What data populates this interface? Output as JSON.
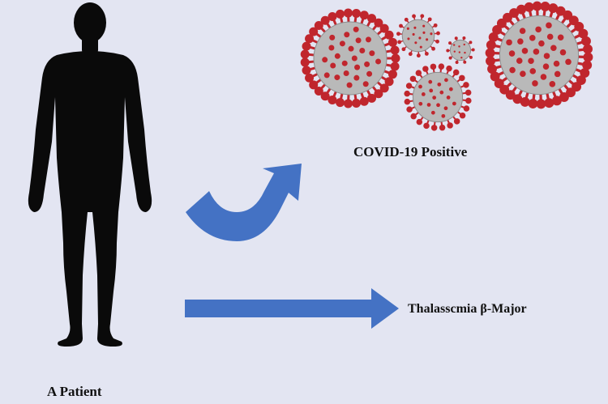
{
  "labels": {
    "covid": "COVID-19 Positive",
    "thalassemia": "Thalasscmia β-Major",
    "patient": "A Patient"
  },
  "icons": {
    "person": "human-silhouette-icon",
    "virus": "coronavirus-icon",
    "curved_arrow": "curved-arrow-icon",
    "straight_arrow": "right-arrow-icon"
  },
  "colors": {
    "background": "#e3e5f2",
    "silhouette": "#0a0a0a",
    "arrow": "#4472c4",
    "virus_body": "#b9b9b9",
    "virus_spike": "#c0262d"
  }
}
